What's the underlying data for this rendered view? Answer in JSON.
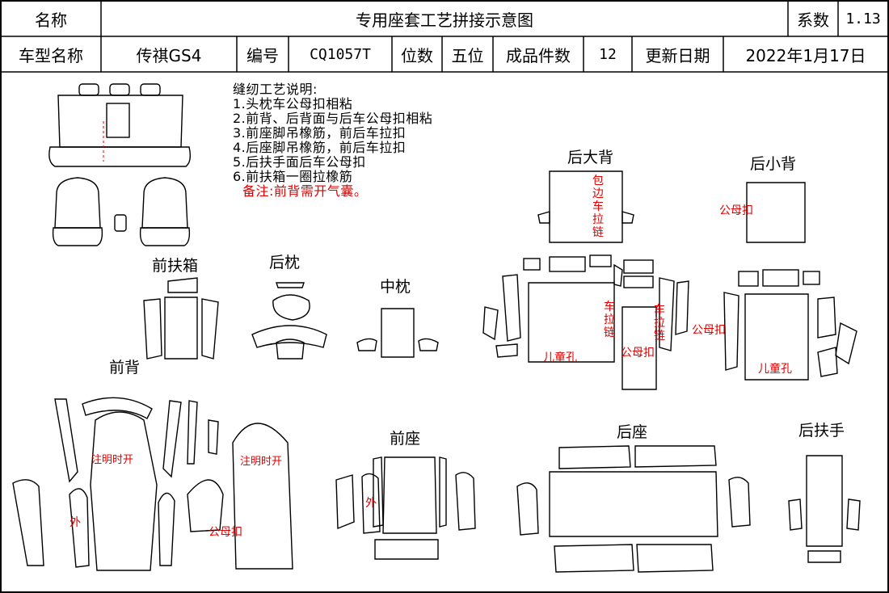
{
  "header": {
    "name_label": "名称",
    "title": "专用座套工艺拼接示意图",
    "coef_label": "系数",
    "coef_value": "1.13",
    "model_label": "车型名称",
    "model_value": "传祺GS4",
    "code_label": "编号",
    "code_value": "CQ1057T",
    "seats_label": "位数",
    "seats_value": "五位",
    "count_label": "成品件数",
    "count_value": "12",
    "date_label": "更新日期",
    "date_value": "2022年1月17日"
  },
  "notes": {
    "title": "缝纫工艺说明:",
    "items": [
      "1.头枕车公母扣相粘",
      "2.前背、后背面与后车公母扣相粘",
      "3.前座脚吊橡筋，前后车拉扣",
      "4.后座脚吊橡筋，前后车拉扣",
      "5.后扶手面后车公母扣",
      "6.前扶箱一圈拉橡筋"
    ],
    "remark": "备注:前背需开气囊。"
  },
  "sections": {
    "front_armrest_box": "前扶箱",
    "rear_headrest": "后枕",
    "middle_headrest": "中枕",
    "front_back": "前背",
    "front_seat": "前座",
    "rear_seat": "后座",
    "rear_armrest": "后扶手",
    "rear_big_back": "后大背",
    "rear_small_back": "后小背"
  },
  "annotations": {
    "wrap_edge_zipper": "包边车拉链",
    "snap_rear_small": "公母扣",
    "car_zipper_left": "车拉链",
    "car_zipper_right": "车拉链",
    "snap_rear_middle": "公母扣",
    "snap_rear_right": "公母扣",
    "child_hole_left": "儿童孔",
    "child_hole_right": "儿童孔",
    "note_open_left": "注明时开",
    "note_open_right": "注明时开",
    "outer_left": "外",
    "outer_front_seat": "外",
    "snap_front_back": "公母扣"
  },
  "colors": {
    "annotation": "#e00000",
    "line": "#000000"
  }
}
